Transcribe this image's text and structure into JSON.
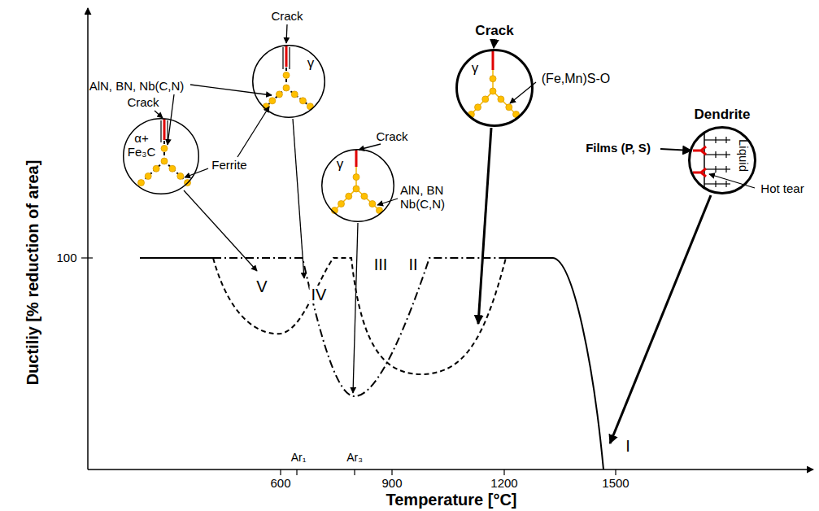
{
  "diagram": {
    "nodes": [
      {
        "text": [
          "α+ Fe₃C"
        ]
      },
      {
        "text": [
          "γ"
        ]
      },
      {
        "text": [
          "γ"
        ]
      },
      {
        "text": [
          "γ"
        ]
      },
      {
        "text": [
          "Dendrite",
          "Liquid"
        ]
      }
    ],
    "labels": [
      "Ductiliy [% reduction of area]",
      "Temperature [°C]",
      "100",
      "600",
      "900",
      "1200",
      "1500",
      "Ar₁",
      "Ar₃",
      "V",
      "IV",
      "III",
      "II",
      "I",
      "Crack",
      "AlN, BN, Nb(C,N)",
      "Ferrite",
      "Crack",
      "Crack",
      "AlN, BN Nb(C,N)",
      "Crack",
      "(Fe,Mn)S-O",
      "Films (P, S)",
      "Hot tear"
    ]
  }
}
